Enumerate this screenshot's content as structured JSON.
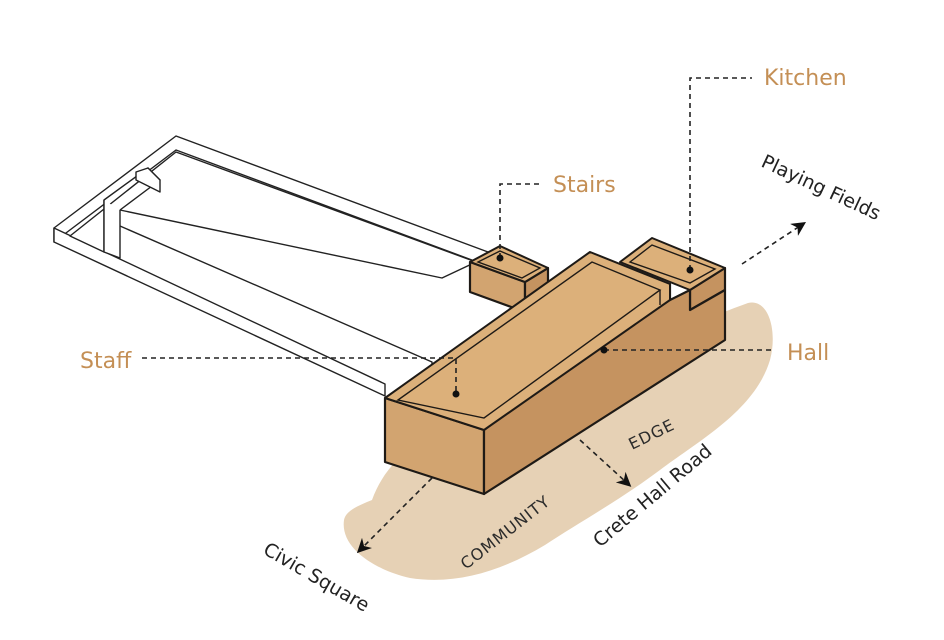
{
  "labels": {
    "kitchen": "Kitchen",
    "stairs": "Stairs",
    "staff": "Staff",
    "hall": "Hall",
    "playing_fields": "Playing Fields",
    "civic_square": "Civic Square",
    "crete_hall_road": "Crete Hall Road",
    "community": "COMMUNITY",
    "edge": "EDGE"
  },
  "colors": {
    "label_accent": "#c48f55",
    "ground": "#e6d1b5",
    "volume_top": "#dcb07a",
    "volume_front": "#d2a470",
    "volume_side": "#c59360",
    "ink": "#1e1a16"
  }
}
